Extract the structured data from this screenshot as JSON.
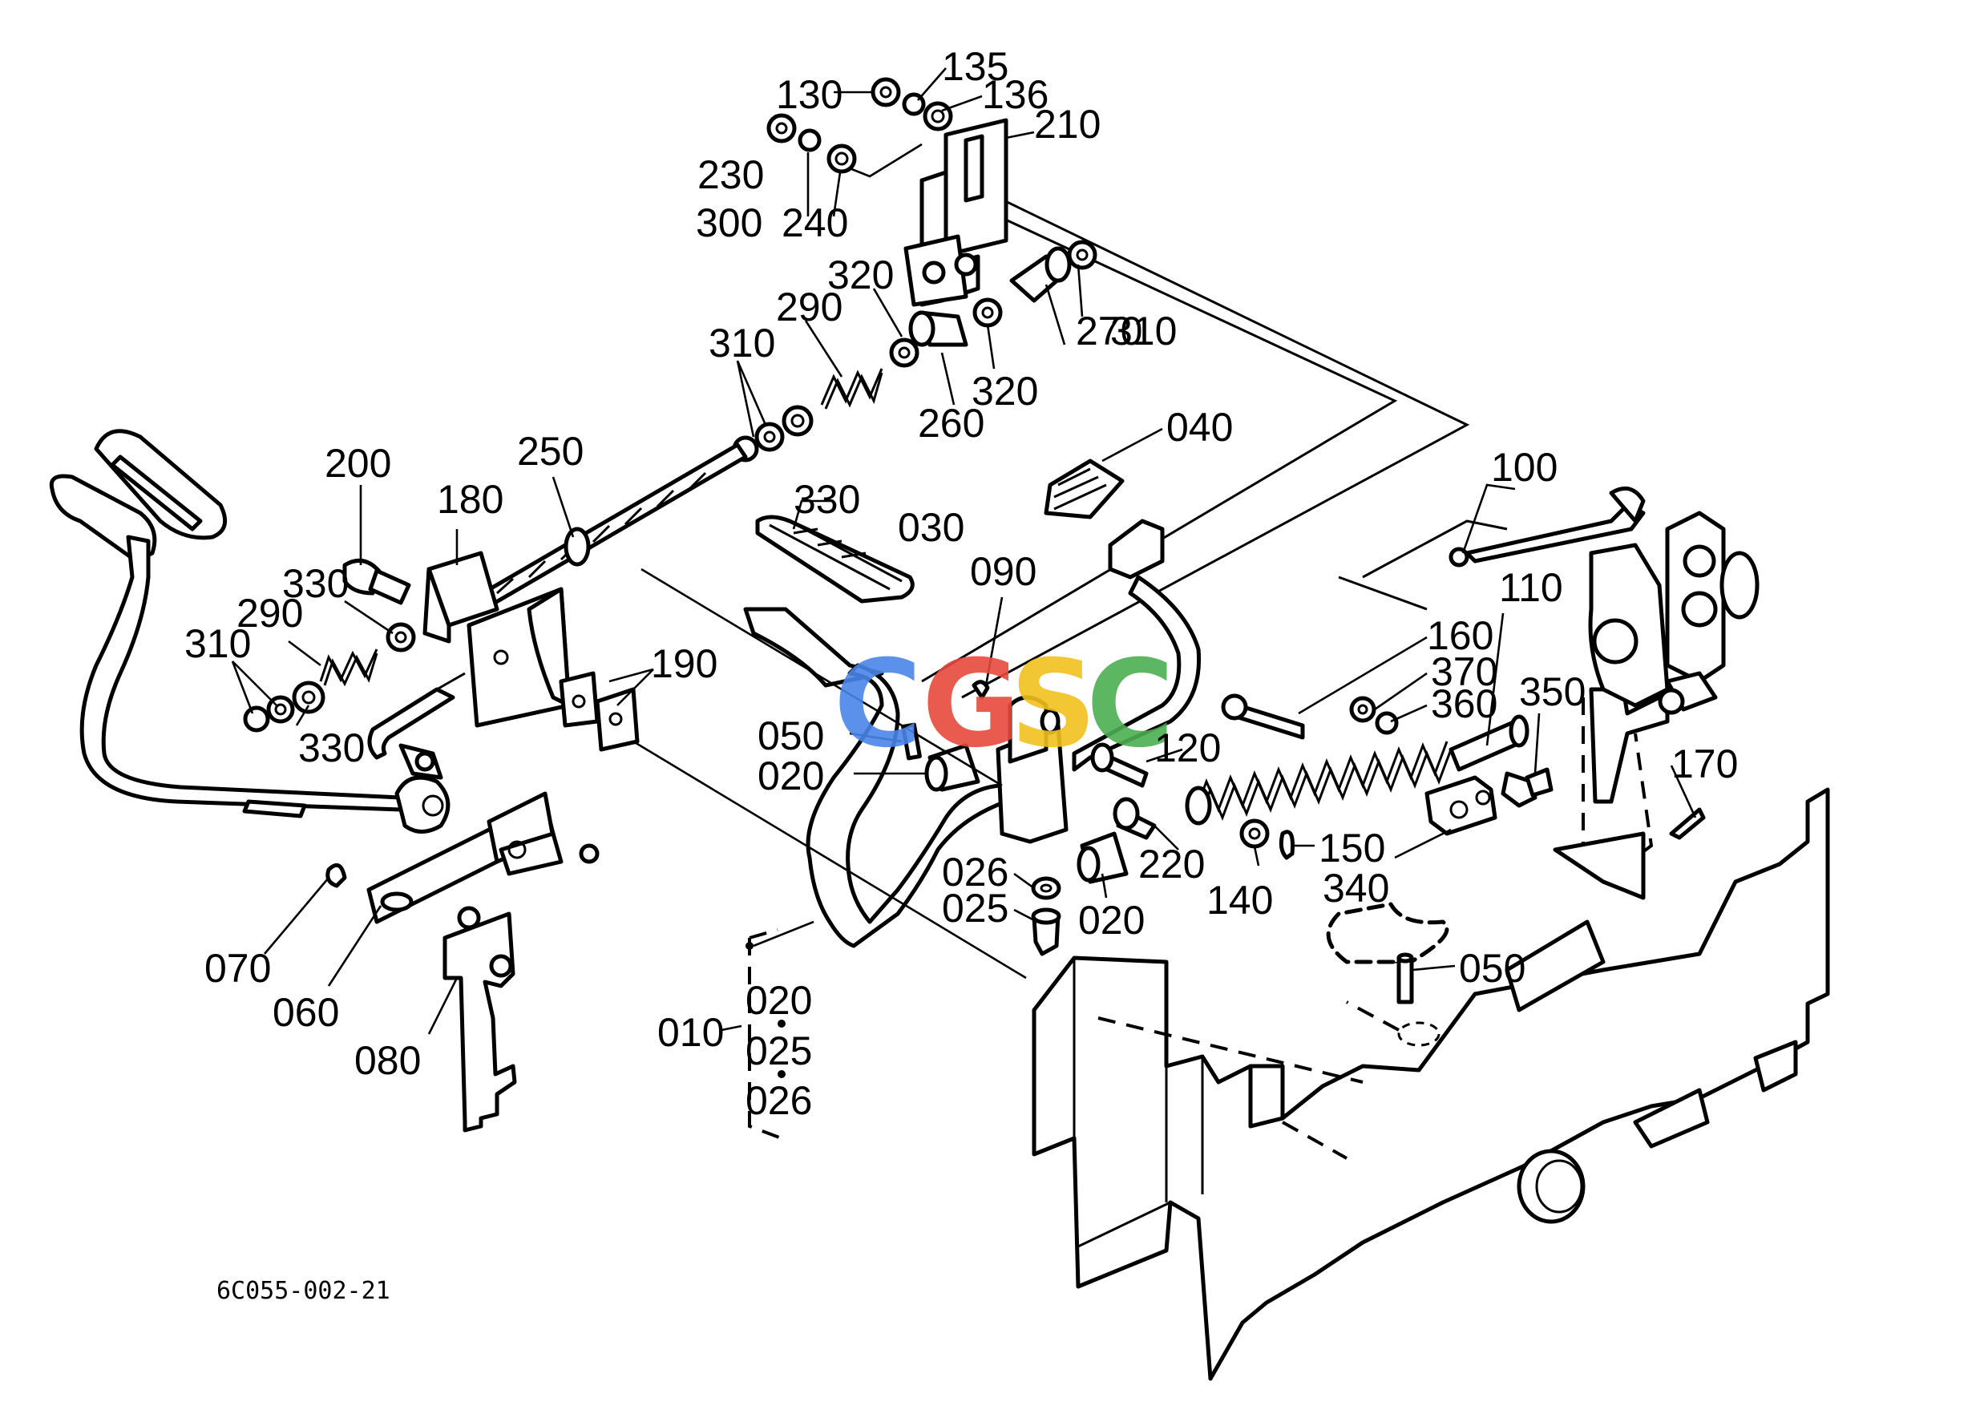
{
  "diagram": {
    "drawing_code": "6C055-002-21",
    "watermark": {
      "letters": [
        {
          "char": "C",
          "color": "#4a86e8"
        },
        {
          "char": "G",
          "color": "#e84a3c"
        },
        {
          "char": "S",
          "color": "#f2c01e"
        },
        {
          "char": "C",
          "color": "#4caf50"
        }
      ]
    },
    "callouts": [
      "130",
      "135",
      "136",
      "210",
      "230",
      "300",
      "240",
      "320",
      "290",
      "310",
      "270",
      "310",
      "320",
      "260",
      "250",
      "200",
      "180",
      "330",
      "040",
      "030",
      "100",
      "330",
      "290",
      "310",
      "330",
      "190",
      "090",
      "110",
      "160",
      "370",
      "360",
      "350",
      "050",
      "020",
      "120",
      "170",
      "220",
      "150",
      "026",
      "025",
      "020",
      "140",
      "340",
      "050",
      "070",
      "060",
      "080",
      "020",
      "010",
      "025",
      "026"
    ]
  }
}
